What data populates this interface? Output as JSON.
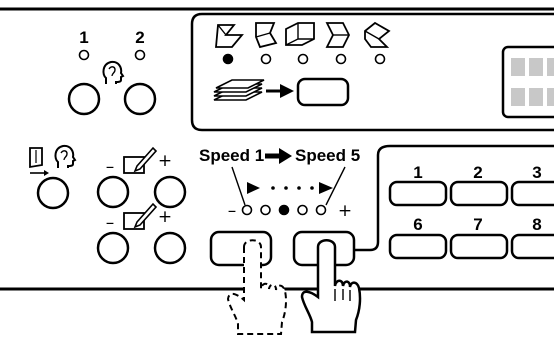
{
  "memory_indicator": {
    "label_1": "1",
    "label_2": "2"
  },
  "speed_control": {
    "label_start": "Speed 1",
    "label_end": "Speed 5",
    "minus": "–",
    "plus": "+",
    "selected_step": 3,
    "steps": 5
  },
  "density_controls": {
    "minus": "–",
    "plus": "+"
  },
  "numeric_keypad": {
    "row1": [
      "1",
      "2",
      "3"
    ],
    "row2": [
      "6",
      "7",
      "8"
    ]
  },
  "icons": {
    "memory": "head-profile-icon",
    "fold_modes": [
      "fold-mode-1-icon",
      "fold-mode-2-icon",
      "fold-mode-3-icon",
      "fold-mode-4-icon",
      "fold-mode-5-icon"
    ],
    "stack_to_output": "paper-stack-arrow-icon",
    "hands": [
      "finger-press-dashed-icon",
      "finger-press-solid-icon"
    ]
  }
}
